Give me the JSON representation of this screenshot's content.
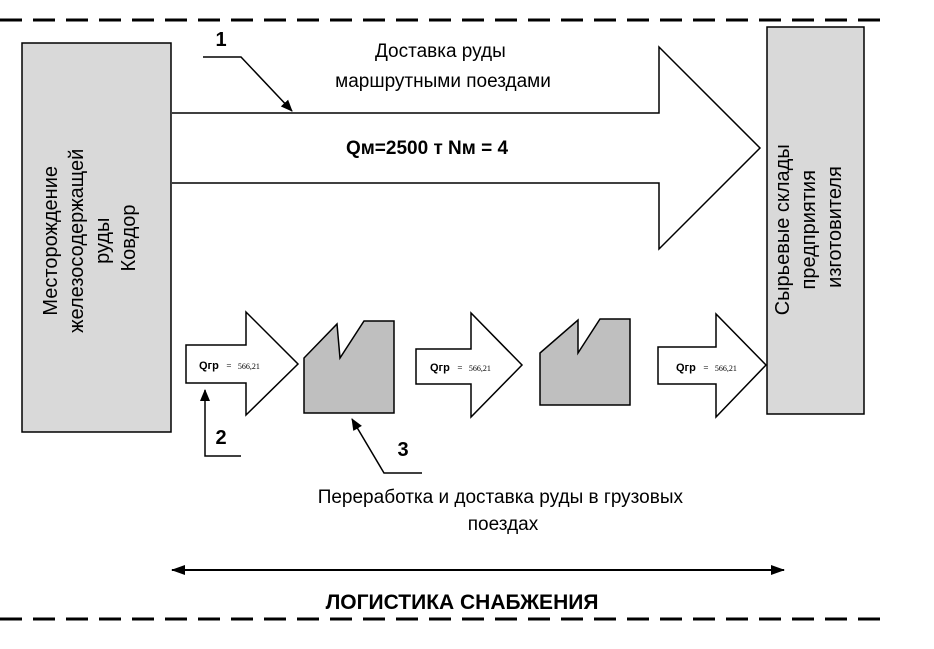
{
  "diagram": {
    "source_block": {
      "lines": [
        "Месторождение",
        "железосодержащей",
        "руды",
        "Ковдор"
      ]
    },
    "target_block": {
      "lines": [
        "Сырьевые склады",
        "предприятия",
        "изготовителя"
      ]
    },
    "main_arrow": {
      "caption_lines": [
        "Доставка руды",
        "маршрутными поездами"
      ],
      "params": "Qм=2500 т Nм = 4"
    },
    "small_arrows": [
      {
        "label": "Qгр",
        "value": "566,21"
      },
      {
        "label": "Qгр",
        "value": "566,21"
      },
      {
        "label": "Qгр",
        "value": "566,21"
      }
    ],
    "callouts": {
      "one": "1",
      "two": "2",
      "three": "3"
    },
    "bottom_caption_lines": [
      "Переработка и доставка руды в грузовых",
      "поездах"
    ],
    "footer_title": "ЛОГИСТИКА СНАБЖЕНИЯ",
    "colors": {
      "block_fill": "#d9d9d9",
      "processing_fill": "#bfbfbf",
      "stroke": "#000000"
    }
  }
}
